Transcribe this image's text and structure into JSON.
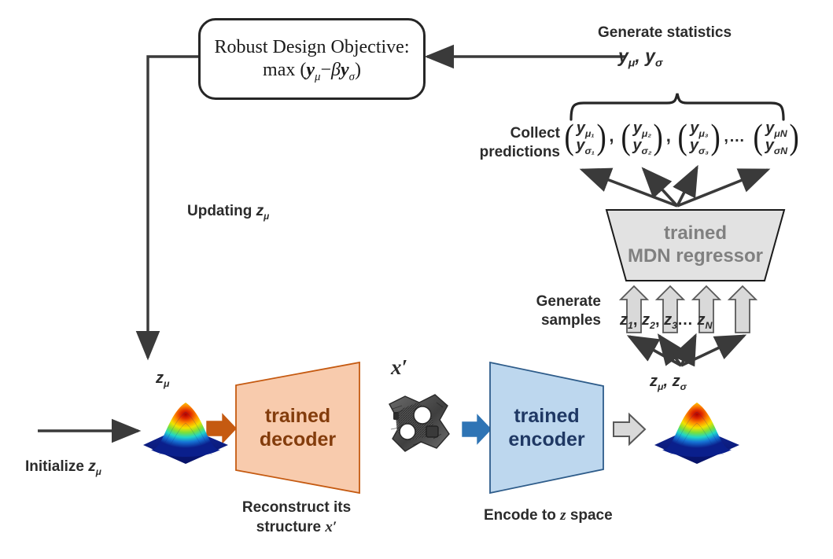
{
  "diagram": {
    "title_flow": "Robust design optimization loop with trained decoder, encoder and MDN regressor",
    "objective": {
      "line1": "Robust Design Objective:",
      "line2_prefix": "max (",
      "line2_y": "y",
      "line2_mu": "μ",
      "line2_minus": "−",
      "line2_beta": "β",
      "line2_y2": "y",
      "line2_sigma": "σ",
      "line2_suffix": ")",
      "full_text": "Robust Design Objective: max (yμ − βyσ)"
    },
    "blocks": {
      "decoder": {
        "line1": "trained",
        "line2": "decoder",
        "fill": "#F8CBAD",
        "text_color": "#833C0C",
        "stroke": "#C55A11"
      },
      "encoder": {
        "line1": "trained",
        "line2": "encoder",
        "fill": "#BDD7EE",
        "text_color": "#1F3864",
        "stroke": "#2E5C8A"
      },
      "mdn": {
        "line1": "trained",
        "line2": "MDN regressor",
        "fill": "#E2E2E2",
        "text_color": "#808080",
        "stroke": "#1a1a1a"
      }
    },
    "labels": {
      "generate_statistics": "Generate statistics",
      "collect_line1": "Collect",
      "collect_line2": "predictions",
      "generate_samples_line1": "Generate",
      "generate_samples_line2": "samples",
      "updating": "Updating",
      "updating_symbol": "z",
      "updating_sub": "μ",
      "initialize": "Initialize",
      "initialize_symbol": "z",
      "initialize_sub": "μ",
      "reconstruct_line1": "Reconstruct its",
      "reconstruct_line2_prefix": "structure",
      "reconstruct_line2_symbol": "x′",
      "encode_prefix": "Encode to",
      "encode_symbol": "z",
      "encode_suffix": "space",
      "x_prime": "x′",
      "z_mu_left": "z",
      "z_mu_left_sub": "μ"
    },
    "statistics_symbols": {
      "y": "y",
      "mu": "μ",
      "sigma": "σ",
      "comma": ",",
      "display": "yμ , yσ"
    },
    "prediction_vectors": [
      {
        "top_sym": "y",
        "top_sub": "μ₁",
        "bot_sym": "y",
        "bot_sub": "σ₁",
        "index": "1",
        "sep": ","
      },
      {
        "top_sym": "y",
        "top_sub": "μ₂",
        "bot_sym": "y",
        "bot_sub": "σ₂",
        "index": "2",
        "sep": ","
      },
      {
        "top_sym": "y",
        "top_sub": "μ₃",
        "bot_sym": "y",
        "bot_sub": "σ₃",
        "index": "3",
        "sep": ",…"
      },
      {
        "top_sym": "y",
        "top_sub": "μ",
        "bot_sym": "y",
        "bot_sub": "σ",
        "index": "N",
        "sep": ""
      }
    ],
    "z_samples": {
      "items": [
        {
          "sym": "z",
          "sub": "1",
          "sep": ","
        },
        {
          "sym": "z",
          "sub": "2",
          "sep": ","
        },
        {
          "sym": "z",
          "sub": "3",
          "sep": "…"
        },
        {
          "sym": "z",
          "sub": "N",
          "sep": ""
        }
      ],
      "display": "z₁, z₂, z₃… zₙ"
    },
    "z_stats": {
      "z": "z",
      "mu": "μ",
      "sigma": "σ",
      "comma": ",",
      "display": "zμ , zσ"
    },
    "colors": {
      "arrow_dark": "#3a3a3a",
      "arrow_orange": "#C55A11",
      "arrow_blue": "#2E74B5",
      "arrow_gray_fill": "#D9D9D9",
      "arrow_gray_stroke": "#595959",
      "gaussian_peak": "#C8102E",
      "gaussian_base": "#07197A",
      "lattice": "#4a4a4a",
      "background": "#FFFFFF"
    },
    "arrows": {
      "initialize_to_zmu": "horizontal dark arrow into z-mu gaussian",
      "zmu_to_decoder": "orange block arrow",
      "xprime_to_encoder": "blue block arrow",
      "encoder_to_gaussian": "gray outlined block arrow",
      "zstats_to_samples": "four dark arrows fanning upward",
      "samples_to_mdn": "four gray block arrows pointing up",
      "mdn_to_predictions": "four dark arrows fanning upward",
      "statistics_to_objective": "long horizontal dark arrow pointing left",
      "objective_to_zmu": "dark elbow arrow down the left side"
    }
  }
}
